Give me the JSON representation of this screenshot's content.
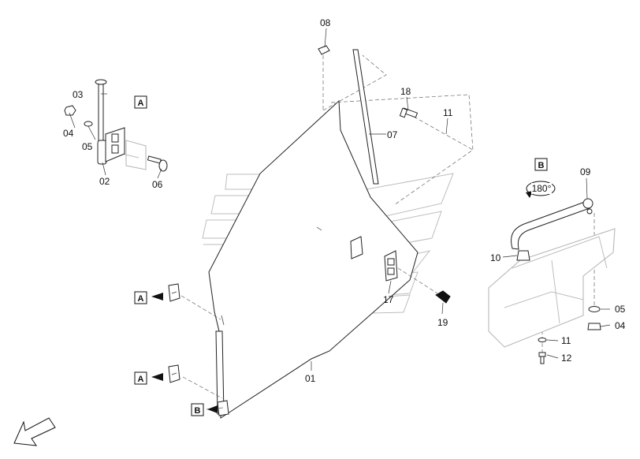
{
  "labels": {
    "p01": "01",
    "p02": "02",
    "p03": "03",
    "p04": "04",
    "p05": "05",
    "p06": "06",
    "p07": "07",
    "p08": "08",
    "p09": "09",
    "p10": "10",
    "p11": "11",
    "p12": "12",
    "p17": "17",
    "p18": "18",
    "p19": "19",
    "p04b": "04",
    "p05b": "05",
    "p11b": "11"
  },
  "callouts": {
    "a_top": "A",
    "a_mid": "A",
    "a_low": "A",
    "b_low": "B",
    "b_right": "B"
  },
  "rotation": "180°",
  "colors": {
    "line": "#222222",
    "ghost": "#bdbdbd"
  }
}
